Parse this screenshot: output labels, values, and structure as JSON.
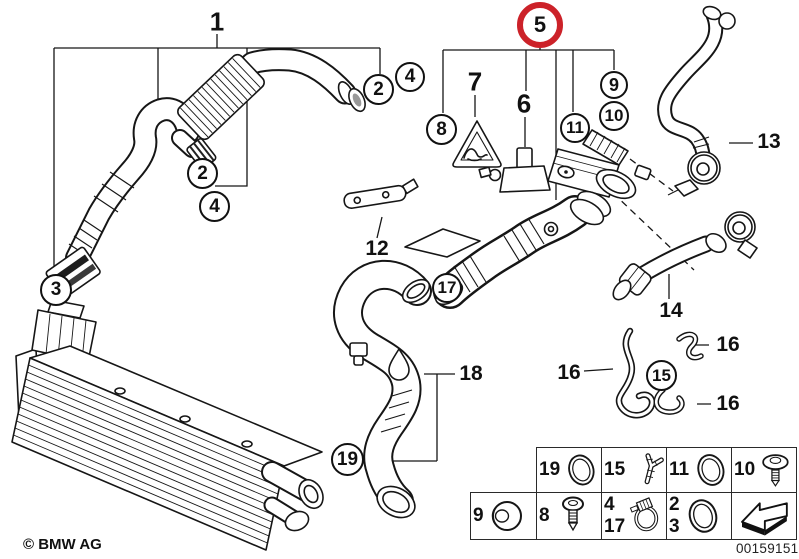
{
  "footer": {
    "copyright": "© BMW AG",
    "document_number": "00159151"
  },
  "colors": {
    "highlight_ring": "#cc2229",
    "line": "#161616",
    "background": "#ffffff"
  },
  "callouts": {
    "plain": [
      {
        "id": "label-1",
        "label": "1"
      },
      {
        "id": "label-6",
        "label": "6"
      },
      {
        "id": "label-7",
        "label": "7"
      },
      {
        "id": "label-12",
        "label": "12"
      },
      {
        "id": "label-13",
        "label": "13"
      },
      {
        "id": "label-14",
        "label": "14"
      },
      {
        "id": "label-16-left",
        "label": "16"
      },
      {
        "id": "label-16-top-right",
        "label": "16"
      },
      {
        "id": "label-16-bottom-right",
        "label": "16"
      },
      {
        "id": "label-18",
        "label": "18"
      }
    ],
    "circled": [
      {
        "id": "callout-2-upper",
        "label": "2"
      },
      {
        "id": "callout-4-upper",
        "label": "4"
      },
      {
        "id": "callout-2-lower",
        "label": "2"
      },
      {
        "id": "callout-4-lower",
        "label": "4"
      },
      {
        "id": "callout-3",
        "label": "3"
      },
      {
        "id": "callout-8",
        "label": "8"
      },
      {
        "id": "callout-9",
        "label": "9"
      },
      {
        "id": "callout-10",
        "label": "10"
      },
      {
        "id": "callout-11",
        "label": "11"
      },
      {
        "id": "callout-15",
        "label": "15"
      },
      {
        "id": "callout-17",
        "label": "17"
      },
      {
        "id": "callout-19",
        "label": "19"
      }
    ],
    "highlighted": {
      "id": "callout-5",
      "label": "5"
    }
  },
  "legend": {
    "row1": [
      {
        "labels": [
          "19"
        ],
        "icon": "o-ring"
      },
      {
        "labels": [
          "15"
        ],
        "icon": "y-clip"
      },
      {
        "labels": [
          "11"
        ],
        "icon": "o-ring"
      },
      {
        "labels": [
          "10"
        ],
        "icon": "washer-screw"
      }
    ],
    "row2": [
      {
        "labels": [
          "9"
        ],
        "icon": "grommet"
      },
      {
        "labels": [
          "8"
        ],
        "icon": "screw"
      },
      {
        "labels": [
          "4",
          "17"
        ],
        "icon": "hose-clamp"
      },
      {
        "labels": [
          "2",
          "3"
        ],
        "icon": "o-ring"
      },
      {
        "labels": [],
        "icon": "direction-arrow"
      }
    ]
  }
}
